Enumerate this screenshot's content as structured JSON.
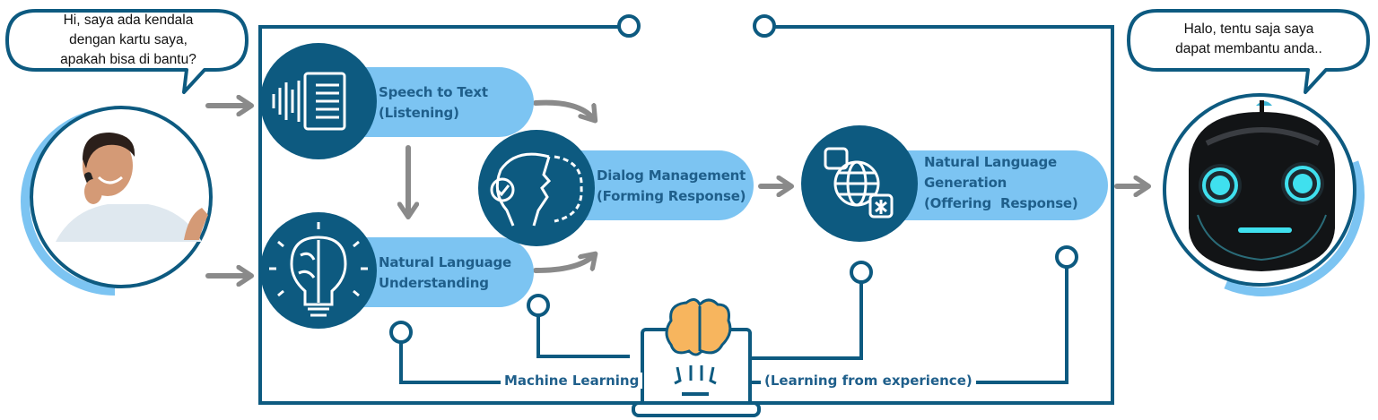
{
  "colors": {
    "dark_blue": "#0d5a80",
    "light_blue": "#7cc4f2",
    "text_blue": "#1f5f8b",
    "arrow_gray": "#8a8a8a",
    "brain_orange": "#f7b55e",
    "robot_cyan": "#3fe0ee"
  },
  "user_bubble": {
    "lines": [
      "Hi, saya ada kendala",
      "dengan kartu saya,",
      "apakah bisa di bantu?"
    ]
  },
  "bot_bubble": {
    "lines": [
      "Halo, tentu saja saya",
      "dapat membantu anda.."
    ]
  },
  "user_avatar": {
    "icon": "person-on-phone-photo"
  },
  "bot_avatar": {
    "icon": "robot-face"
  },
  "steps": [
    {
      "id": "stt",
      "lines": [
        "Speech to Text",
        "(Listening)"
      ],
      "icon": "audio-wave-document-icon"
    },
    {
      "id": "nlu",
      "lines": [
        "Natural Language",
        "Understanding"
      ],
      "icon": "brain-lightbulb-icon"
    },
    {
      "id": "dm",
      "lines": [
        "Dialog Management",
        "(Forming Response)"
      ],
      "icon": "head-gear-icon"
    },
    {
      "id": "nlg",
      "lines": [
        "Natural Language",
        "Generation",
        "(Offering  Response)"
      ],
      "icon": "translate-globe-icon"
    }
  ],
  "machine_learning": {
    "left_label": "Machine Learning",
    "right_label": "(Learning from experience)",
    "icon": "laptop-brain-icon"
  }
}
